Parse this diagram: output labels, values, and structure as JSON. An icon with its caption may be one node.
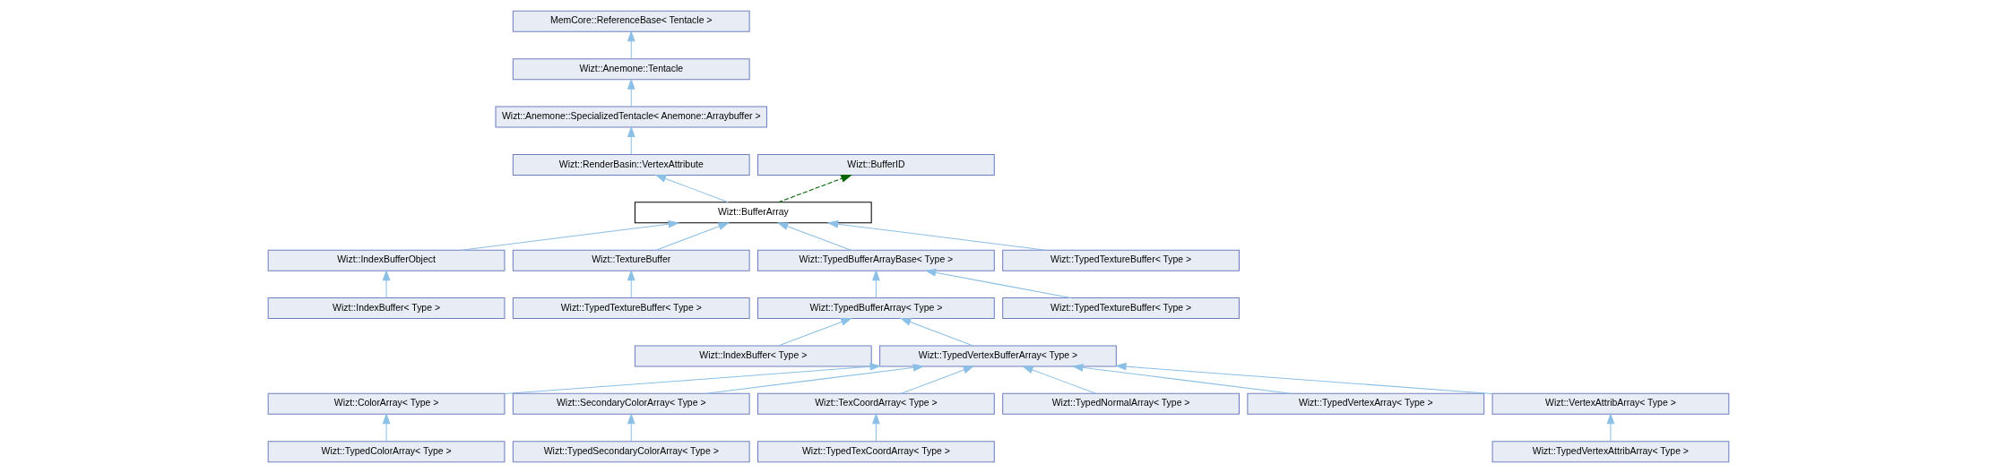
{
  "diagram": {
    "nodes": [
      {
        "text": [
          "MemCore::ReferenceBase< Tentacle >"
        ]
      },
      {
        "text": [
          "Wizt::Anemone::Tentacle"
        ]
      },
      {
        "text": [
          "Wizt::Anemone::SpecializedTentacle< Anemone::Arraybuffer >"
        ]
      },
      {
        "text": [
          "Wizt::RenderBasin::VertexAttribute"
        ]
      },
      {
        "text": [
          "Wizt::BufferID"
        ]
      },
      {
        "text": [
          "Wizt::BufferArray"
        ]
      },
      {
        "text": [
          "Wizt::IndexBufferObject"
        ]
      },
      {
        "text": [
          "Wizt::TextureBuffer"
        ]
      },
      {
        "text": [
          "Wizt::TypedBufferArrayBase< Type >"
        ]
      },
      {
        "text": [
          "Wizt::TypedTextureBuffer< Type >"
        ]
      },
      {
        "text": [
          "Wizt::IndexBuffer< Type >"
        ]
      },
      {
        "text": [
          "Wizt::TypedTextureBuffer< Type >"
        ]
      },
      {
        "text": [
          "Wizt::TypedBufferArray< Type >"
        ]
      },
      {
        "text": [
          "Wizt::TypedTextureBuffer< Type >"
        ]
      },
      {
        "text": [
          "Wizt::IndexBuffer< Type >"
        ]
      },
      {
        "text": [
          "Wizt::TypedVertexBufferArray< Type >"
        ]
      },
      {
        "text": [
          "Wizt::ColorArray< Type >"
        ]
      },
      {
        "text": [
          "Wizt::SecondaryColorArray< Type >"
        ]
      },
      {
        "text": [
          "Wizt::TexCoordArray< Type >"
        ]
      },
      {
        "text": [
          "Wizt::TypedNormalArray< Type >"
        ]
      },
      {
        "text": [
          "Wizt::TypedVertexArray< Type >"
        ]
      },
      {
        "text": [
          "Wizt::VertexAttribArray< Type >"
        ]
      },
      {
        "text": [
          "Wizt::TypedColorArray< Type >"
        ]
      },
      {
        "text": [
          "Wizt::TypedSecondaryColorArray< Type >"
        ]
      },
      {
        "text": [
          "Wizt::TypedTexCoordArray< Type >"
        ]
      },
      {
        "text": [
          "Wizt::TypedVertexAttribArray< Type >"
        ]
      }
    ],
    "edges": [
      {
        "from": 1,
        "to": 0,
        "arrow": "to"
      },
      {
        "from": 2,
        "to": 1,
        "arrow": "to"
      },
      {
        "from": 3,
        "to": 2,
        "arrow": "to"
      },
      {
        "from": 5,
        "to": 3,
        "arrow": "to"
      },
      {
        "from": 5,
        "to": 4,
        "arrow": "to",
        "style": "dashed",
        "color": "#006400"
      },
      {
        "from": 6,
        "to": 5,
        "arrow": "to"
      },
      {
        "from": 7,
        "to": 5,
        "arrow": "to"
      },
      {
        "from": 8,
        "to": 5,
        "arrow": "to"
      },
      {
        "from": 9,
        "to": 5,
        "arrow": "to"
      },
      {
        "from": 10,
        "to": 6,
        "arrow": "to"
      },
      {
        "from": 11,
        "to": 7,
        "arrow": "to"
      },
      {
        "from": 12,
        "to": 8,
        "arrow": "to"
      },
      {
        "from": 13,
        "to": 8,
        "arrow": "to"
      },
      {
        "from": 14,
        "to": 12,
        "arrow": "to"
      },
      {
        "from": 15,
        "to": 12,
        "arrow": "to"
      },
      {
        "from": 16,
        "to": 15,
        "arrow": "to"
      },
      {
        "from": 17,
        "to": 15,
        "arrow": "to"
      },
      {
        "from": 18,
        "to": 15,
        "arrow": "to"
      },
      {
        "from": 19,
        "to": 15,
        "arrow": "to"
      },
      {
        "from": 20,
        "to": 15,
        "arrow": "to"
      },
      {
        "from": 21,
        "to": 15,
        "arrow": "to"
      },
      {
        "from": 22,
        "to": 16,
        "arrow": "to"
      },
      {
        "from": 23,
        "to": 17,
        "arrow": "to"
      },
      {
        "from": 24,
        "to": 18,
        "arrow": "to"
      },
      {
        "from": 25,
        "to": 21,
        "arrow": "to"
      }
    ]
  }
}
